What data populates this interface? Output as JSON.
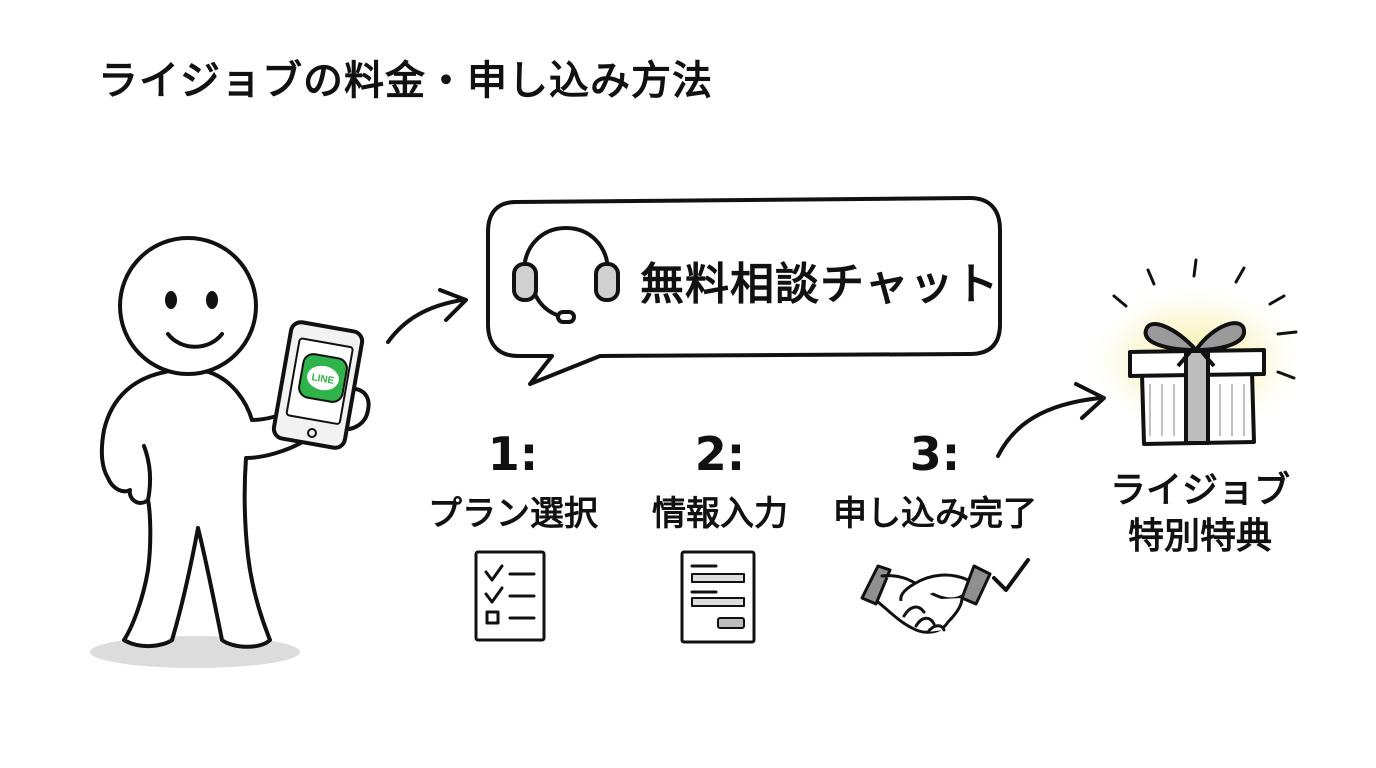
{
  "title": "ライジョブの料金・申し込み方法",
  "chat": {
    "label": "無料相談チャット",
    "icon": "headset-icon"
  },
  "phone": {
    "app_label": "LINE",
    "app_color": "#2fb34a"
  },
  "steps": [
    {
      "number": "1:",
      "label": "プラン選択",
      "icon": "checklist-icon"
    },
    {
      "number": "2:",
      "label": "情報入力",
      "icon": "form-icon"
    },
    {
      "number": "3:",
      "label": "申し込み完了",
      "icon": "handshake-icon"
    }
  ],
  "bonus": {
    "line1": "ライジョブ",
    "line2": "特別特典",
    "icon": "gift-box-icon"
  },
  "colors": {
    "ink": "#111111",
    "glow": "#f4efa0",
    "shadow": "#d9d9d9"
  }
}
